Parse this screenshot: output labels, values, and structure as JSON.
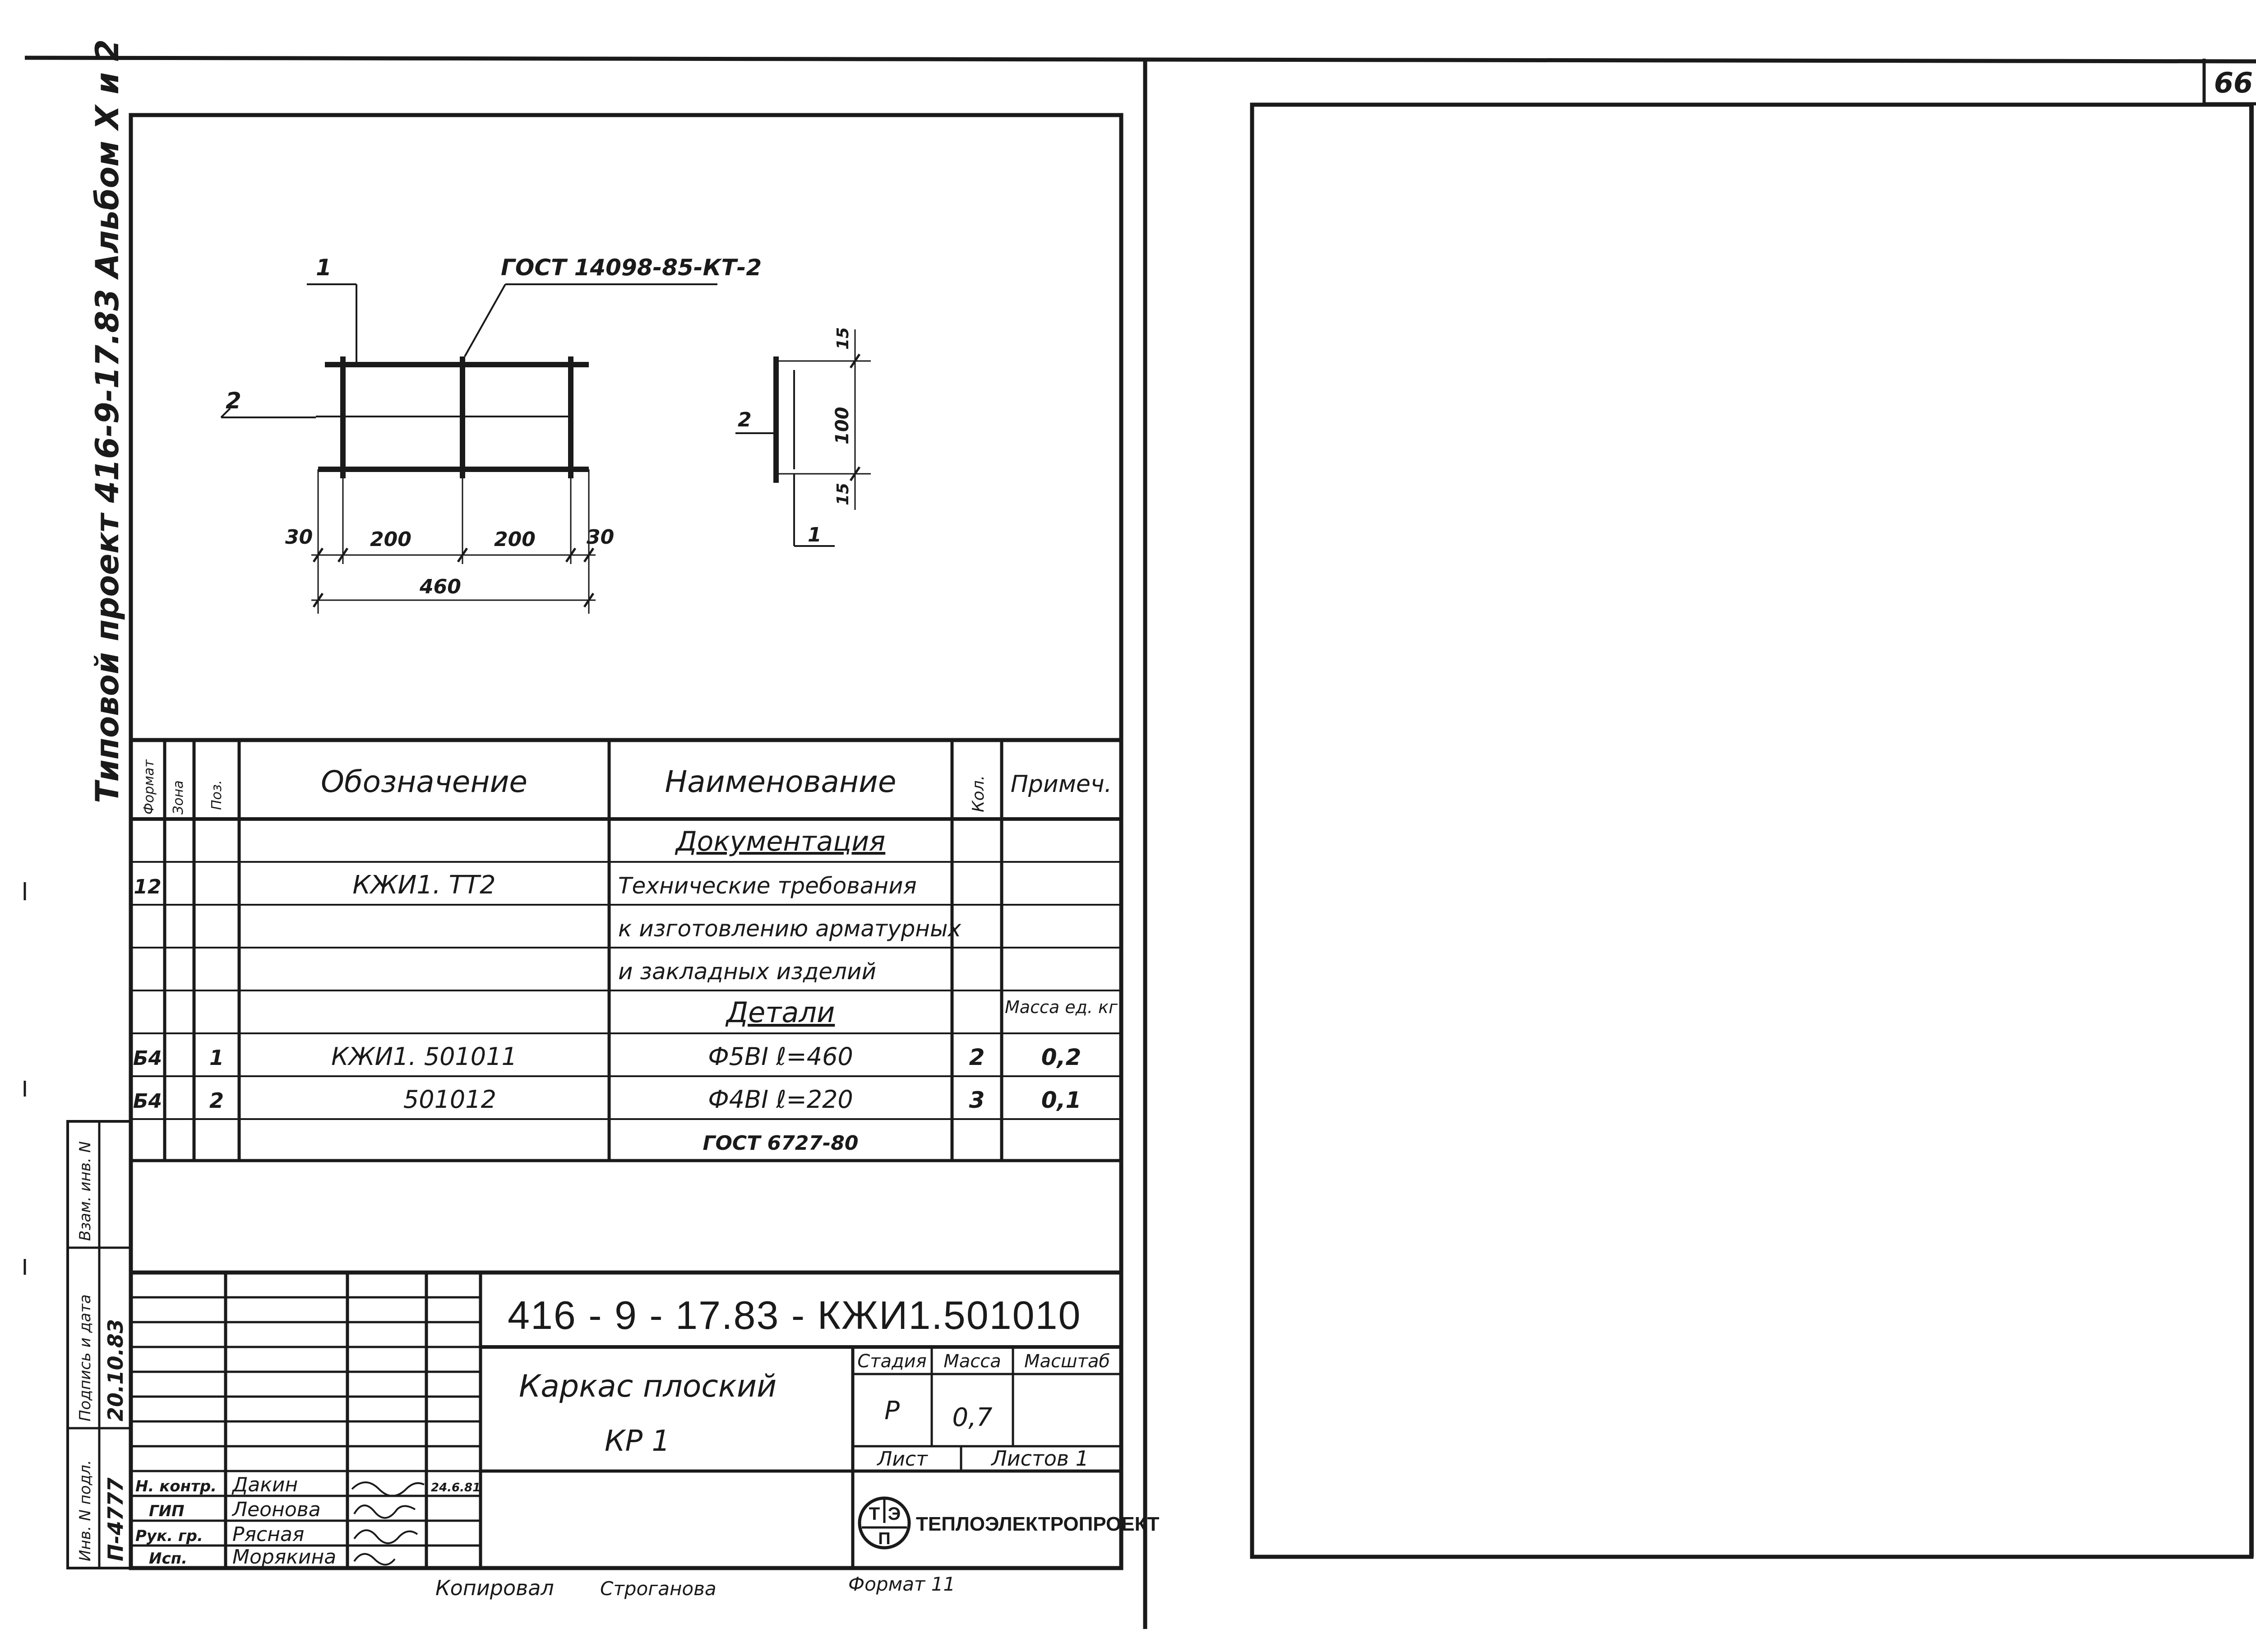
{
  "sheet_number": "66",
  "side_stamp": "Типовой проект 416-9-17.83 Альбом X и 2",
  "left_margin_stamp": {
    "inv_label": "Инв. N подл.",
    "inv_value": "П-4777",
    "sign_date_label": "Подпись и дата",
    "sign_date_value": "20.10.83",
    "replace_label": "Взам. инв. N"
  },
  "drawing": {
    "gost_callout": "ГОСТ 14098-85-КТ-2",
    "front_view": {
      "pos_top": "1",
      "pos_left": "2",
      "dims": [
        "30",
        "200",
        "200",
        "30"
      ],
      "overall": "460"
    },
    "side_view": {
      "pos_left": "2",
      "pos_bottom": "1",
      "dim_top": "15",
      "dim_middle": "100",
      "dim_bottom": "15"
    }
  },
  "spec_table": {
    "headers": {
      "format": "Формат",
      "zone": "Зона",
      "pos": "Поз.",
      "designation": "Обозначение",
      "name": "Наименование",
      "qty": "Кол.",
      "note": "Примеч."
    },
    "rows": [
      {
        "format": "",
        "zone": "",
        "pos": "",
        "designation": "",
        "name": "Документация",
        "qty": "",
        "note": "",
        "section": true
      },
      {
        "format": "12",
        "zone": "",
        "pos": "",
        "designation": "КЖИ1. ТТ2",
        "name": "Технические требования",
        "qty": "",
        "note": "",
        "section": false
      },
      {
        "format": "",
        "zone": "",
        "pos": "",
        "designation": "",
        "name": "к изготовлению арматурных",
        "qty": "",
        "note": "",
        "section": false
      },
      {
        "format": "",
        "zone": "",
        "pos": "",
        "designation": "",
        "name": "и закладных изделий",
        "qty": "",
        "note": "",
        "section": false
      },
      {
        "format": "",
        "zone": "",
        "pos": "",
        "designation": "",
        "name": "Детали",
        "qty": "",
        "note": "Масса ед. кг",
        "section": true
      },
      {
        "format": "Б4",
        "zone": "",
        "pos": "1",
        "designation": "КЖИ1. 501011",
        "name": "Ф5ВI  ℓ=460",
        "qty": "2",
        "note": "0,2",
        "section": false
      },
      {
        "format": "Б4",
        "zone": "",
        "pos": "2",
        "designation": "501012",
        "name": "Ф4ВI  ℓ=220",
        "qty": "3",
        "note": "0,1",
        "section": false
      },
      {
        "format": "",
        "zone": "",
        "pos": "",
        "designation": "",
        "name": "ГОСТ 6727-80",
        "qty": "",
        "note": "",
        "section": false
      }
    ]
  },
  "title_block": {
    "doc_code": "416 - 9 - 17.83 - КЖИ1.501010",
    "title_line1": "Каркас плоский",
    "title_line2": "КР 1",
    "stage_label": "Стадия",
    "mass_label": "Масса",
    "scale_label": "Масштаб",
    "stage_value": "Р",
    "mass_value": "0,7",
    "scale_value": "",
    "sheet_label": "Лист",
    "sheets_label": "Листов 1",
    "org_name": "ТЕПЛОЭЛЕКТРОПРОЕКТ",
    "org_logo_letters": [
      "Т",
      "Э",
      "П"
    ],
    "signers": [
      {
        "role": "Н. контр.",
        "name": "Дакин",
        "date": "24.6.81"
      },
      {
        "role": "ГИП",
        "name": "Леонова",
        "date": ""
      },
      {
        "role": "Рук. гр.",
        "name": "Рясная",
        "date": ""
      },
      {
        "role": "Исп.",
        "name": "Морякина",
        "date": ""
      }
    ]
  },
  "footer": {
    "copied": "Копировал",
    "copier_name": "Строганова",
    "format": "Формат 11"
  }
}
